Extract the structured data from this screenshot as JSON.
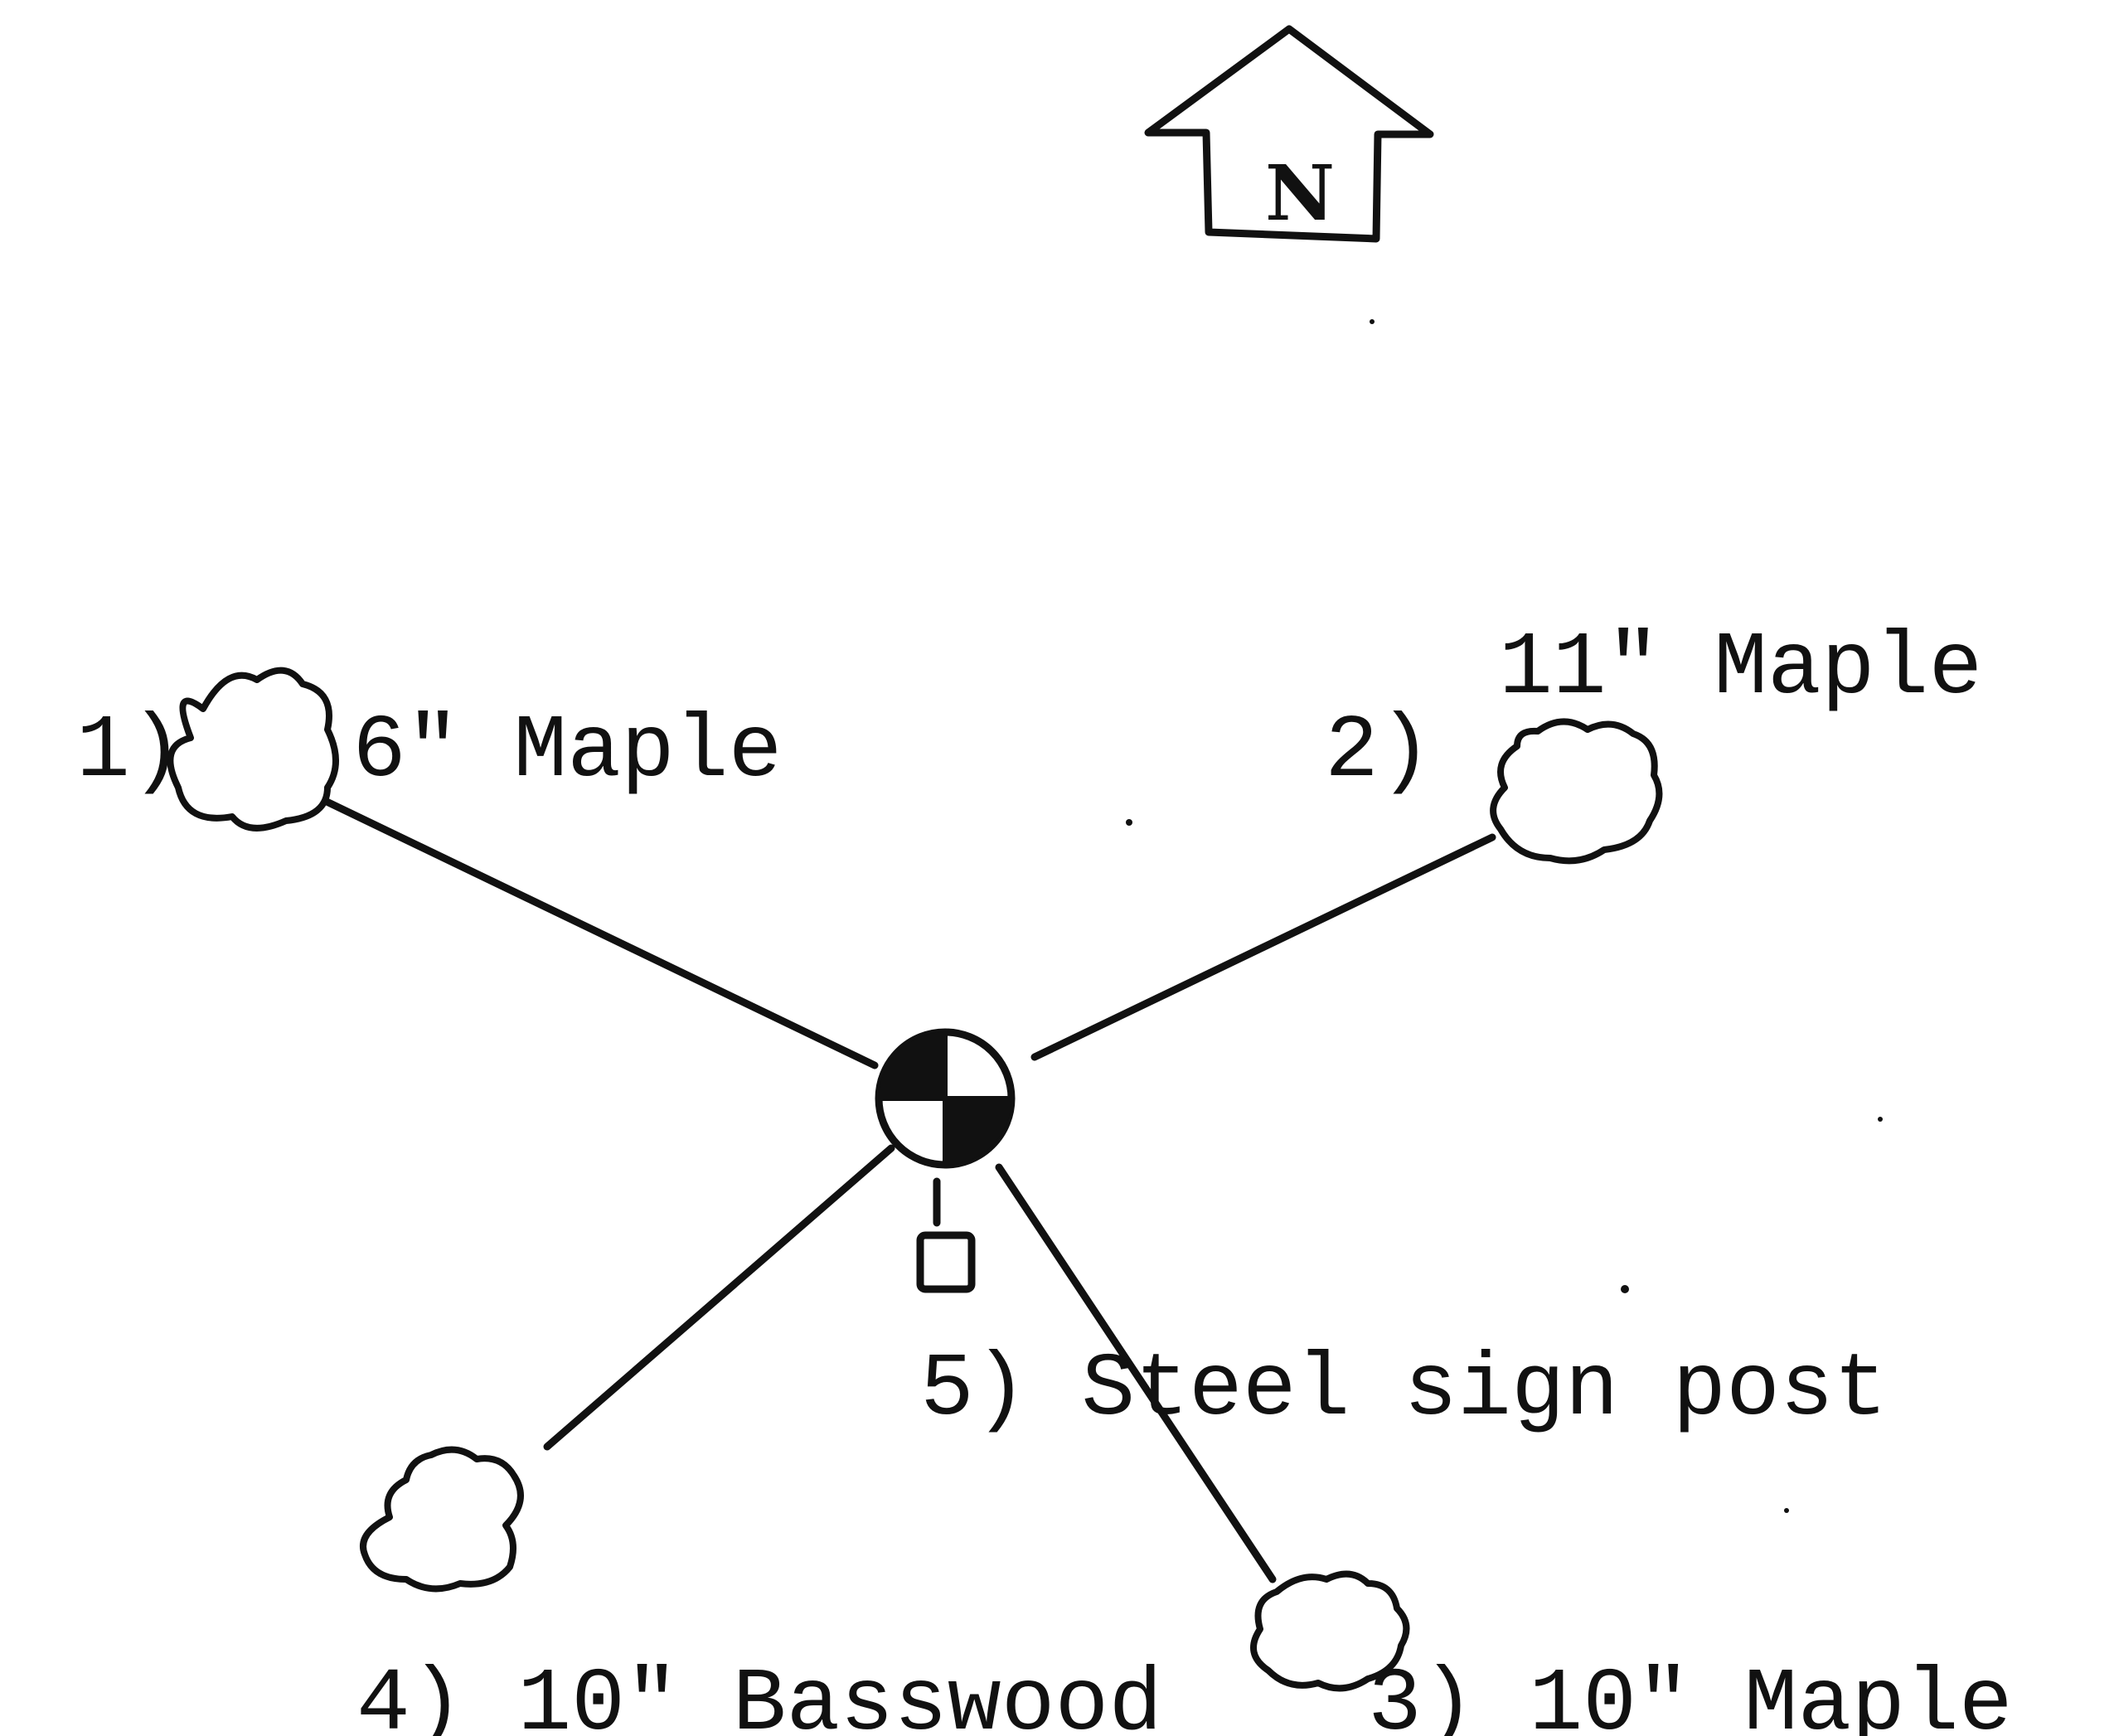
{
  "north_arrow": {
    "letter": "N"
  },
  "labels": {
    "l1_num": "1)",
    "l1_text": "6\" Maple",
    "l2_num": "2)",
    "l2_text": "11\" Maple",
    "l3": "3) 10\" Maple",
    "l4": "4) 10\" Basswood",
    "l5": "5) Steel sign post"
  }
}
